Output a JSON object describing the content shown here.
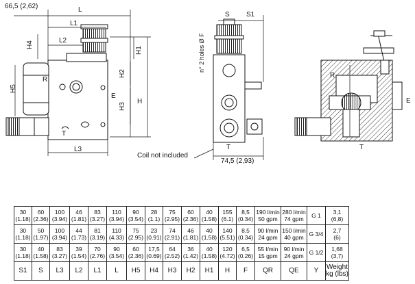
{
  "drawing": {
    "dimensions": {
      "top_left": "66,5 (2,62)",
      "L": "L",
      "L1": "L1",
      "L2": "L2",
      "L3": "L3",
      "H": "H",
      "H1": "H1",
      "H2": "H2",
      "H3": "H3",
      "H4": "H4",
      "H5": "H5",
      "S": "S",
      "S1": "S1",
      "holes": "n° 2 holes Ø F",
      "width_mid": "74,5 (2,93)"
    },
    "ports": {
      "R_left": "R",
      "E_left": "E",
      "T_left": "T",
      "R_right": "R",
      "E_right": "E",
      "T_mid": "T",
      "T_right": "T"
    },
    "coil_note": "Coil not included"
  },
  "table": {
    "rows": [
      [
        "30|(1.18)",
        "60|(2.36)",
        "100|(3.94)",
        "46|(1.81)",
        "83|(3.27)",
        "110|(3.94)",
        "90|(3.54)",
        "28|(1.1)",
        "75|(2.95)",
        "60|(2.36)",
        "40|(1.58)",
        "155|(6.1)",
        "8,5|(0.34)",
        "190 l/min|50 gpm",
        "280 l/min|74 gpm",
        "G 1",
        "3,1|(6,8)"
      ],
      [
        "30|(1.18)",
        "50|(1.97)",
        "100|(3.94)",
        "44|(1.73)",
        "81|(3.19)",
        "110|(4.33)",
        "75|(2.95)",
        "23|(0.91)",
        "74|(2.91)",
        "46|(1.81)",
        "40|(1.58)",
        "140|(5.51)",
        "8,5|(0.34)",
        "90 l/min|24 gpm",
        "150 l/min|40 gpm",
        "G 3/4",
        "2,7|(6)"
      ],
      [
        "30|(1.18)",
        "40|(1.58)",
        "83|(3.27)",
        "39|(1.54)",
        "70|(2.76)",
        "90|(3.54)",
        "60|(2.36)",
        "17,5|(0.69)",
        "64|(2.52)",
        "36|(1.42)",
        "40|(1.58)",
        "120|(4.72)",
        "6,5|(0.26)",
        "55 l/min|15 gpm",
        "90 l/min|24 gpm",
        "G 1/2",
        "1,68|(3,7)"
      ]
    ],
    "headers": [
      "S1",
      "S",
      "L3",
      "L2",
      "L1",
      "L",
      "H5",
      "H4",
      "H3",
      "H2",
      "H1",
      "H",
      "F",
      "QR",
      "QE",
      "Y",
      "Weight|kg (lbs)"
    ]
  }
}
